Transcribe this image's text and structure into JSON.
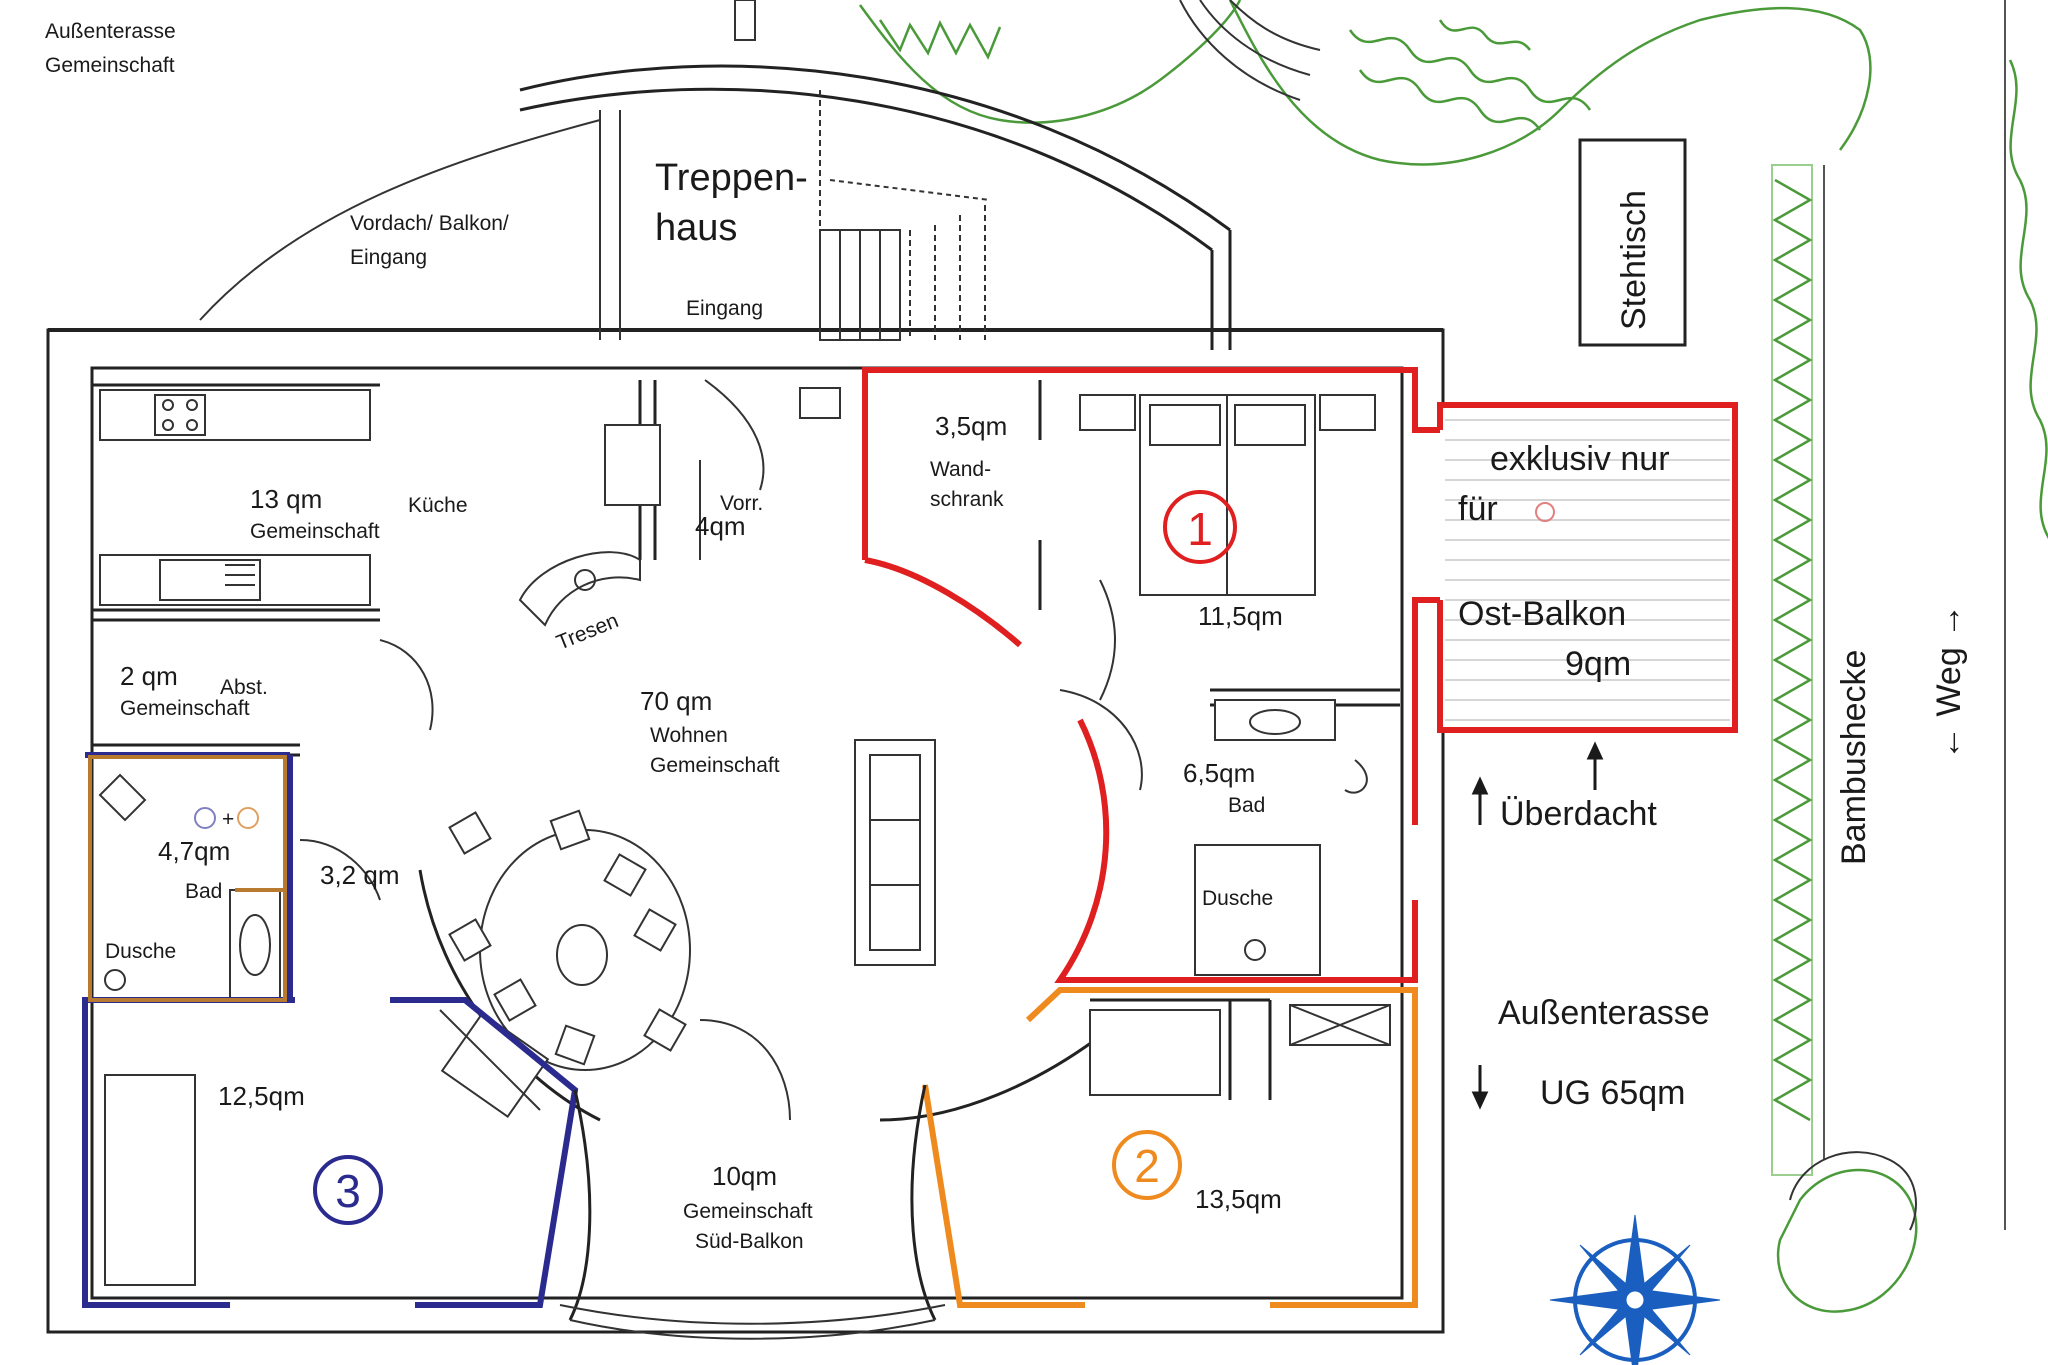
{
  "colors": {
    "unit1": "#e02020",
    "unit2": "#ee8a1e",
    "unit3": "#2a2a8f",
    "compass": "#1a5fbf",
    "greenery": "#3f8f35"
  },
  "labels": {
    "terrace_top": [
      "Außenterasse",
      "Gemeinschaft"
    ],
    "canopy": [
      "Vordach/ Balkon/",
      "Eingang"
    ],
    "stairwell": [
      "Treppen-",
      "haus"
    ],
    "entrance": "Eingang",
    "standing_table": "Stehtisch",
    "closet_area": "3,5qm",
    "closet": [
      "Wand-",
      "schrank"
    ],
    "kitchen_area": "13 qm",
    "kitchen_word": "Küche",
    "kitchen_shared": "Gemeinschaft",
    "hall_word": "Vorr.",
    "hall_area": "4qm",
    "counter": "Tresen",
    "unit1_number": "1",
    "room1_area": "11,5qm",
    "east_balcony_line1": "exklusiv nur",
    "east_balcony_line2": "für",
    "east_balcony_line3": "Ost-Balkon",
    "east_balcony_area": "9qm",
    "storage_area": "2 qm",
    "storage_word": "Abst.",
    "storage_shared": "Gemeinschaft",
    "living_area": "70 qm",
    "living_word": "Wohnen",
    "living_shared": "Gemeinschaft",
    "bath1_area": "6,5qm",
    "bath1_word": "Bad",
    "shower1": "Dusche",
    "covered": "Überdacht",
    "bath3_area": "4,7qm",
    "bath3_word": "Bad",
    "shower3": "Dusche",
    "hall3_area": "3,2 qm",
    "terrace_right": "Außenterasse",
    "basement": "UG 65qm",
    "hedge": "Bambushecke",
    "path": "← Weg →",
    "room3_area": "12,5qm",
    "unit3_number": "3",
    "south_balcony_area": "10qm",
    "south_balcony_shared": "Gemeinschaft",
    "south_balcony_word": "Süd-Balkon",
    "unit2_number": "2",
    "room2_area": "13,5qm"
  }
}
